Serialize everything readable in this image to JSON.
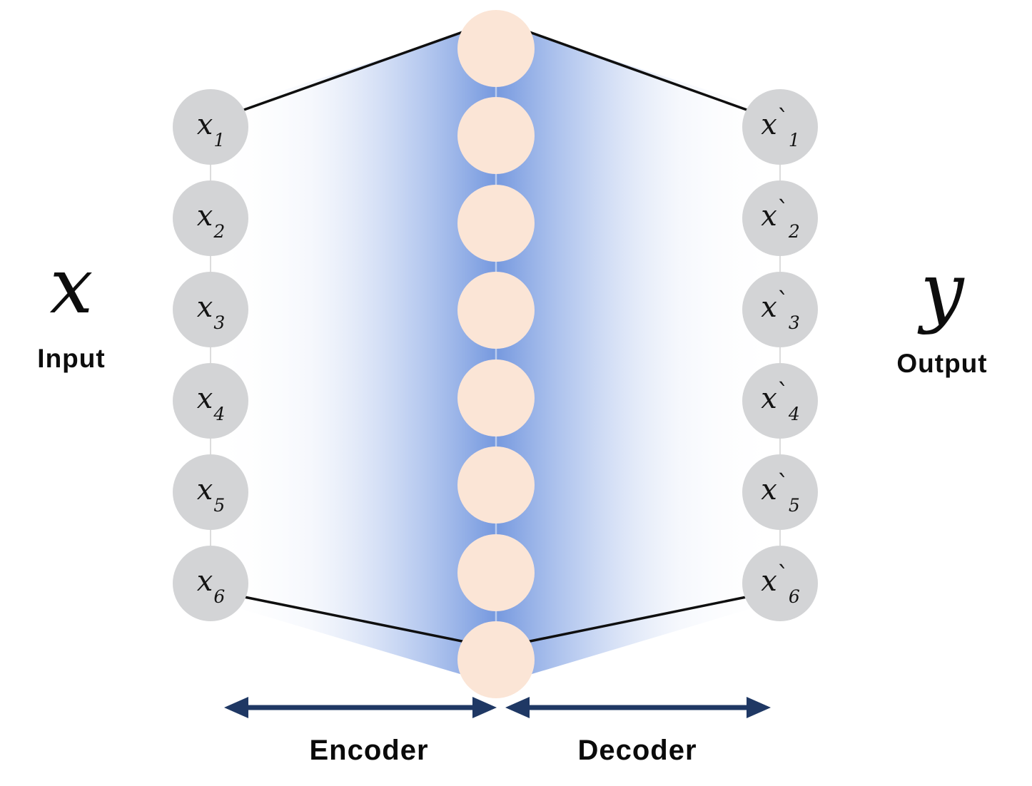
{
  "diagram": {
    "left": {
      "symbol": "x",
      "caption": "Input"
    },
    "right": {
      "symbol": "y",
      "caption": "Output"
    },
    "encoder_label": "Encoder",
    "decoder_label": "Decoder"
  },
  "input_nodes": [
    {
      "base": "x",
      "sub": "1"
    },
    {
      "base": "x",
      "sub": "2"
    },
    {
      "base": "x",
      "sub": "3"
    },
    {
      "base": "x",
      "sub": "4"
    },
    {
      "base": "x",
      "sub": "5"
    },
    {
      "base": "x",
      "sub": "6"
    }
  ],
  "output_nodes": [
    {
      "base": "x",
      "mark": "`",
      "sub": "1"
    },
    {
      "base": "x",
      "mark": "`",
      "sub": "2"
    },
    {
      "base": "x",
      "mark": "`",
      "sub": "3"
    },
    {
      "base": "x",
      "mark": "`",
      "sub": "4"
    },
    {
      "base": "x",
      "mark": "`",
      "sub": "5"
    },
    {
      "base": "x",
      "mark": "`",
      "sub": "6"
    }
  ],
  "hidden_layer": {
    "node_count": 8
  },
  "colors": {
    "input_node_fill": "#d3d4d6",
    "hidden_node_fill": "#fbe5d6",
    "funnel_blue": "#6e93dd",
    "arrow_navy": "#1f3864",
    "connector_black": "#0f0f0f"
  }
}
